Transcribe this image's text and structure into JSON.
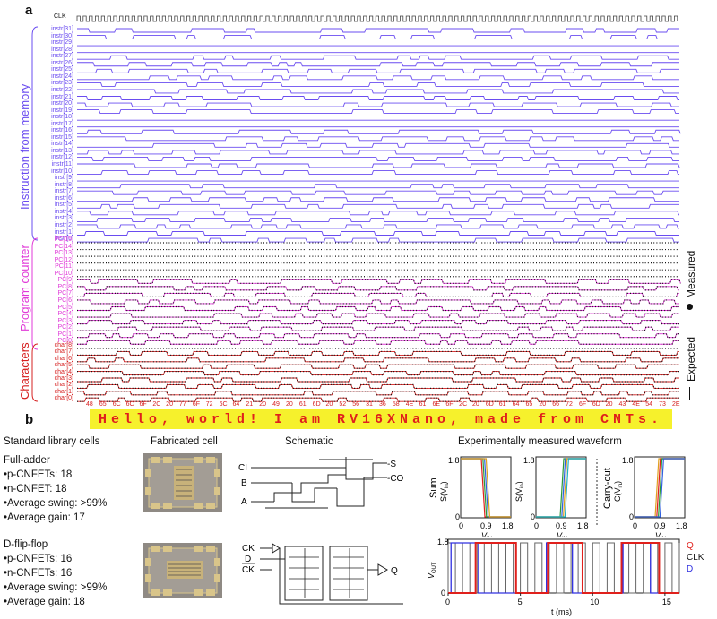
{
  "panel_a": {
    "letter": "a",
    "clk_label": "CLK",
    "instr_labels": [
      "instr[31]",
      "instr[30]",
      "instr[29]",
      "instr[28]",
      "instr[27]",
      "instr[26]",
      "instr[25]",
      "instr[24]",
      "instr[23]",
      "instr[22]",
      "instr[21]",
      "instr[20]",
      "instr[19]",
      "instr[18]",
      "instr[17]",
      "instr[16]",
      "instr[15]",
      "instr[14]",
      "instr[13]",
      "instr[12]",
      "instr[11]",
      "instr[10]",
      "instr[9]",
      "instr[8]",
      "instr[7]",
      "instr[6]",
      "instr[5]",
      "instr[4]",
      "instr[3]",
      "instr[2]",
      "instr[1]",
      "instr[0]"
    ],
    "pc_labels": [
      "PC[15]",
      "PC[14]",
      "PC[13]",
      "PC[12]",
      "PC[11]",
      "PC[10]",
      "PC[9]",
      "PC[8]",
      "PC[7]",
      "PC[6]",
      "PC[5]",
      "PC[4]",
      "PC[3]",
      "PC[2]",
      "PC[1]",
      "PC[0]"
    ],
    "char_labels": [
      "char[8]",
      "char[7]",
      "char[6]",
      "char[5]",
      "char[4]",
      "char[3]",
      "char[2]",
      "char[1]",
      "char[0]"
    ],
    "group_instr": "Instruction from memory",
    "group_pc": "Program counter",
    "group_char": "Characters",
    "legend_measured": "Measured",
    "legend_expected": "Expected",
    "hex_values": [
      "48",
      "65",
      "6C",
      "6C",
      "6F",
      "2C",
      "20",
      "77",
      "6F",
      "72",
      "6C",
      "64",
      "21",
      "20",
      "49",
      "20",
      "61",
      "6D",
      "20",
      "52",
      "56",
      "31",
      "36",
      "58",
      "4E",
      "61",
      "6E",
      "6F",
      "2C",
      "20",
      "6D",
      "61",
      "64",
      "65",
      "20",
      "66",
      "72",
      "6F",
      "6D",
      "20",
      "43",
      "4E",
      "54",
      "73",
      "2E"
    ],
    "banner_text": "Hello, world! I am RV16XNano, made from CNTs.",
    "colors": {
      "instr": "#6a4cf0",
      "pc": "#e03ad8",
      "char": "#d62020",
      "banner": "#f6f12c"
    }
  },
  "panel_b": {
    "letter": "b",
    "headers": {
      "cells": "Standard library cells",
      "fabricated": "Fabricated cell",
      "schematic": "Schematic",
      "waveform": "Experimentally measured waveform"
    },
    "full_adder": {
      "title": "Full-adder",
      "bullets": [
        "•p-CNFETs: 18",
        "•n-CNFET: 18",
        "•Average swing: >99%",
        "•Average gain: 17"
      ]
    },
    "dff": {
      "title": "D-flip-flop",
      "bullets": [
        "•p-CNFETs: 16",
        "•n-CNFETs: 16",
        "•Average swing: >99%",
        "•Average gain: 18"
      ]
    },
    "fa_schematic_labels": {
      "ci": "CI",
      "b": "B",
      "a": "A",
      "s": "-S",
      "co": "-CO"
    },
    "dff_schematic_labels": {
      "ck": "CK",
      "d": "D",
      "ckb": "CK",
      "q": "Q"
    },
    "fa_plots": {
      "sum_label": "Sum",
      "sum_axis": "S(V",
      "carry_label": "Carry-out",
      "carry_axis": "C(V",
      "xlabel": "V",
      "x_sub": "IN",
      "y_sub": "in",
      "ticks_x": [
        "0",
        "0.9",
        "1.8"
      ],
      "ticks_y": [
        "0",
        "1.8"
      ]
    },
    "dff_plot": {
      "ylabel": "V",
      "y_sub": "OUT",
      "xlabel": "t (ms)",
      "ticks_x": [
        "0",
        "5",
        "10",
        "15"
      ],
      "ticks_y": [
        "0",
        "1.8"
      ],
      "legend": [
        "Q",
        "CLK",
        "D"
      ],
      "legend_colors": [
        "#e0201c",
        "#111111",
        "#3030e0"
      ]
    }
  }
}
